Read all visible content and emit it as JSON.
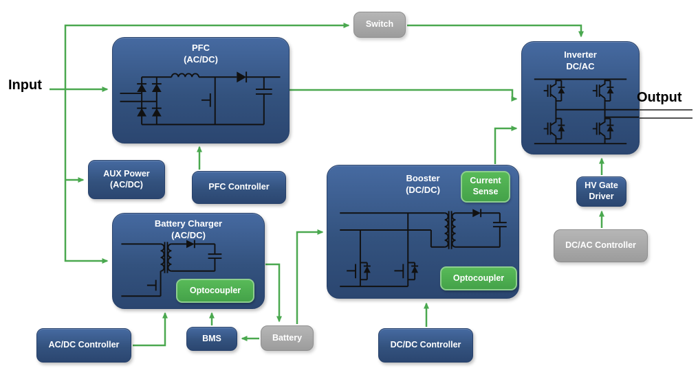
{
  "labels": {
    "input": "Input",
    "output": "Output"
  },
  "blocks": {
    "switch": {
      "label": "Switch"
    },
    "pfc": {
      "title": "PFC",
      "subtitle": "(AC/DC)"
    },
    "inverter": {
      "title": "Inverter",
      "subtitle": "DC/AC"
    },
    "aux_power": {
      "title": "AUX Power",
      "subtitle": "(AC/DC)"
    },
    "pfc_controller": {
      "label": "PFC Controller"
    },
    "battery_charger": {
      "title": "Battery Charger",
      "subtitle": "(AC/DC)"
    },
    "booster": {
      "title": "Booster",
      "subtitle": "(DC/DC)"
    },
    "current_sense": {
      "title": "Current",
      "subtitle": "Sense"
    },
    "optocoupler_charger": {
      "label": "Optocoupler"
    },
    "optocoupler_booster": {
      "label": "Optocoupler"
    },
    "hv_gate_driver": {
      "title": "HV Gate",
      "subtitle": "Driver"
    },
    "dcac_controller": {
      "label": "DC/AC Controller"
    },
    "acdc_controller": {
      "label": "AC/DC Controller"
    },
    "bms": {
      "label": "BMS"
    },
    "battery": {
      "label": "Battery"
    },
    "dcdc_controller": {
      "label": "DC/DC Controller"
    }
  },
  "colors": {
    "block_blue": "#33527e",
    "block_gray": "#a6a6a6",
    "badge_green": "#4caf50",
    "arrow_green": "#4aa84f",
    "schematic_black": "#111111",
    "background": "#ffffff"
  }
}
